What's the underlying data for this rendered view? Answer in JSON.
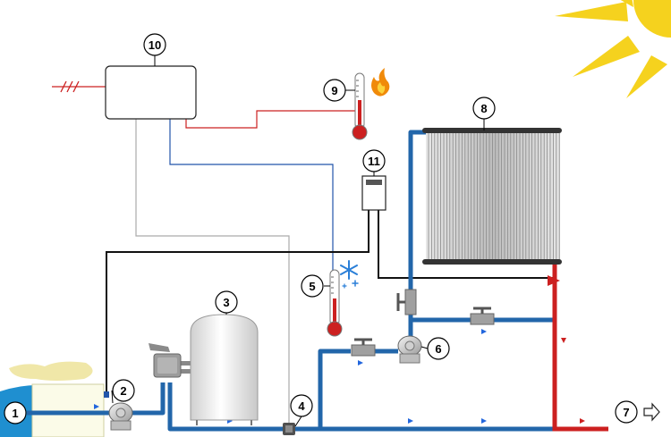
{
  "labels": {
    "n1": "1",
    "n2": "2",
    "n3": "3",
    "n4": "4",
    "n5": "5",
    "n6": "6",
    "n7": "7",
    "n8": "8",
    "n9": "9",
    "n10": "10",
    "n11": "11"
  },
  "icons": {
    "sun": "sun-icon",
    "flame": "flame-icon",
    "snowflake": "snowflake-icon",
    "thermometer": "thermometer-icon",
    "outlet_arrow": "arrow-right-outline-icon",
    "power": "electrical-supply-icon"
  },
  "colors": {
    "water_pipe": "#2266aa",
    "hot_pipe": "#cc2020",
    "signal_red": "#cc2020",
    "signal_blue": "#2255aa",
    "signal_gray": "#aaaaaa",
    "signal_black": "#111111",
    "sun": "#f5d21e",
    "pool": "#1f8fd0",
    "flow_arrow": "#2266dd"
  }
}
